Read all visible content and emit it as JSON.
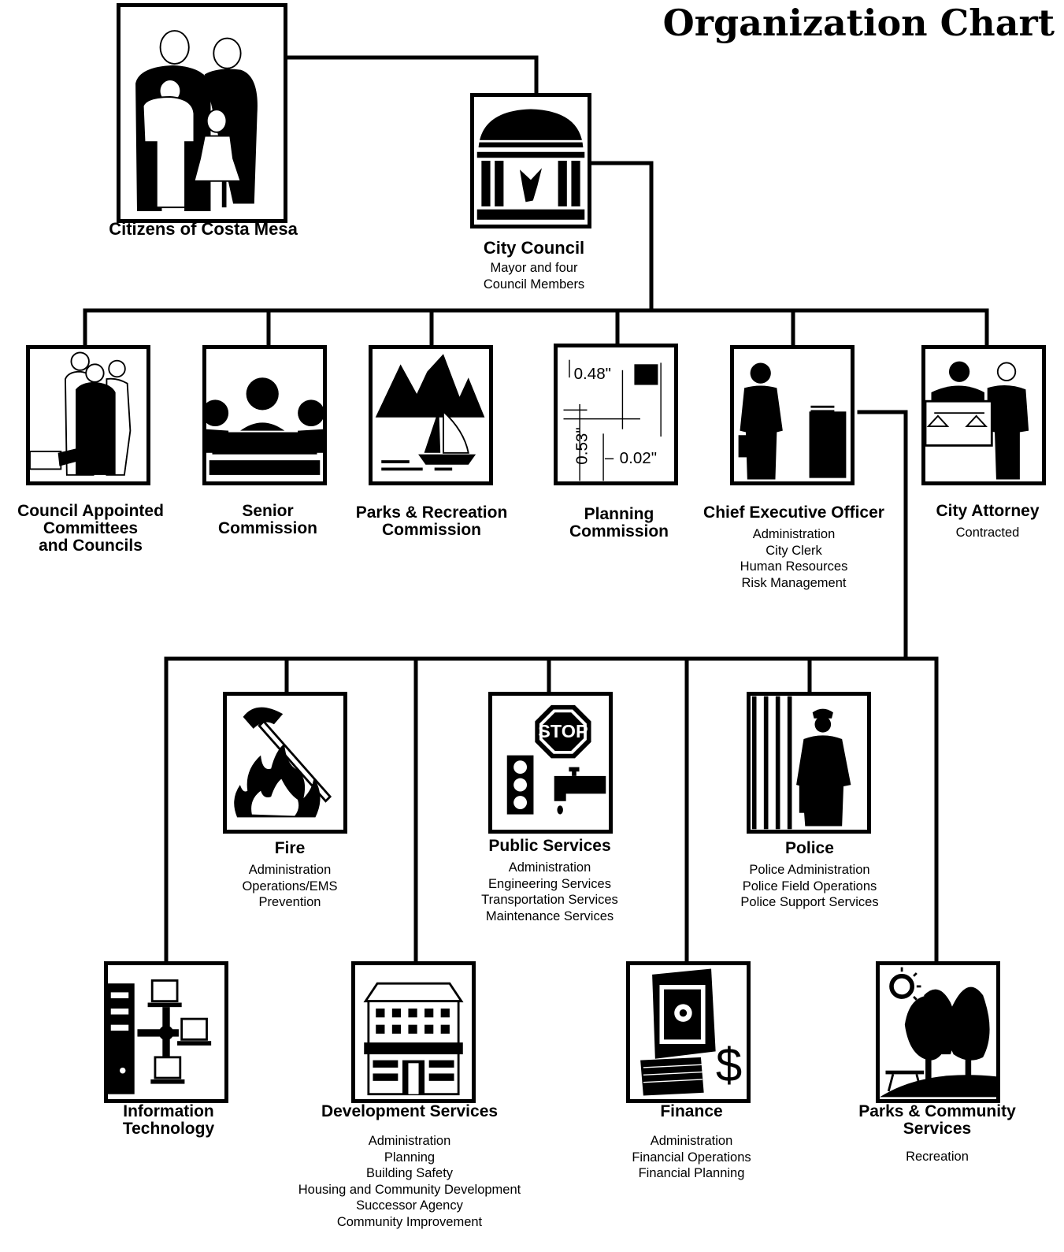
{
  "title": "Organization Chart",
  "nodes": {
    "citizens": {
      "name": "Citizens of Costa Mesa",
      "icon": "family-icon"
    },
    "council": {
      "name": "City Council",
      "subs": [
        "Mayor and four",
        "Council Members"
      ],
      "icon": "civic-building-eagle-icon"
    },
    "committees": {
      "name_lines": [
        "Council Appointed",
        "Committees",
        "and Councils"
      ],
      "icon": "appointed-people-icon"
    },
    "senior": {
      "name_lines": [
        "Senior",
        "Commission"
      ],
      "icon": "meeting-table-icon"
    },
    "parks_rec": {
      "name_lines": [
        "Parks & Recreation",
        "Commission"
      ],
      "icon": "mountains-sailboat-icon"
    },
    "planning": {
      "name_lines": [
        "Planning",
        "Commission"
      ],
      "icon": "blueprint-icon",
      "dims": [
        "0.48\"",
        "0.53\"",
        "0.02\""
      ]
    },
    "ceo": {
      "name": "Chief Executive Officer",
      "subs": [
        "Administration",
        "City Clerk",
        "Human Resources",
        "Risk Management"
      ],
      "icon": "executive-desk-icon"
    },
    "attorney": {
      "name": "City Attorney",
      "subs": [
        "Contracted"
      ],
      "icon": "scales-of-justice-icon"
    },
    "fire": {
      "name": "Fire",
      "subs": [
        "Administration",
        "Operations/EMS",
        "Prevention"
      ],
      "icon": "axe-flames-icon"
    },
    "public_services": {
      "name": "Public Services",
      "subs": [
        "Administration",
        "Engineering Services",
        "Transportation Services",
        "Maintenance Services"
      ],
      "icon": "stop-sign-traffic-light-icon",
      "sign_text": "STOP"
    },
    "police": {
      "name": "Police",
      "subs": [
        "Police Administration",
        "Police Field Operations",
        "Police Support Services"
      ],
      "icon": "police-officer-icon"
    },
    "it": {
      "name_lines": [
        "Information",
        "Technology"
      ],
      "icon": "computer-network-icon"
    },
    "development": {
      "name": "Development Services",
      "subs": [
        "Administration",
        "Planning",
        "Building Safety",
        "Housing and Community Development",
        "Successor Agency",
        "Community Improvement"
      ],
      "icon": "building-icon"
    },
    "finance": {
      "name": "Finance",
      "subs": [
        "Administration",
        "Financial Operations",
        "Financial Planning"
      ],
      "icon": "safe-money-icon",
      "symbol": "$"
    },
    "parks_community": {
      "name_lines": [
        "Parks & Community",
        "Services"
      ],
      "subs": [
        "Recreation"
      ],
      "icon": "trees-sun-picnic-icon"
    }
  }
}
